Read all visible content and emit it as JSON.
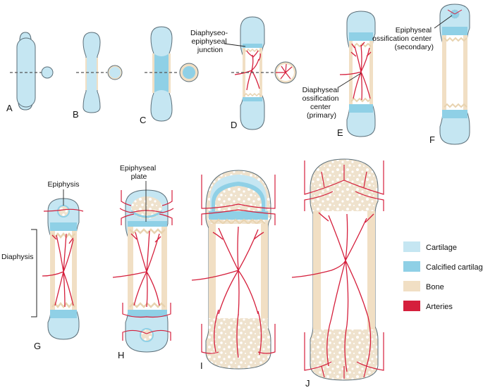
{
  "colors": {
    "cartilage": "#c5e6f2",
    "calcified_cartilage": "#8fd0e6",
    "bone": "#f1dfc4",
    "arteries": "#d51f3c",
    "outline": "#5b6e78"
  },
  "stages": [
    "A",
    "B",
    "C",
    "D",
    "E",
    "F",
    "G",
    "H",
    "I",
    "J"
  ],
  "annotations": {
    "diaphyseo_junction": [
      "Diaphyseo-",
      "epiphyseal",
      "junction"
    ],
    "primary_center": [
      "Diaphyseal",
      "ossification",
      "center",
      "(primary)"
    ],
    "secondary_center": [
      "Epiphyseal",
      "ossification center",
      "(secondary)"
    ],
    "epiphysis": "Epiphysis",
    "diaphysis": "Diaphysis",
    "epiphyseal_plate": [
      "Epiphyseal",
      "plate"
    ]
  },
  "legend": [
    {
      "label": "Cartilage",
      "color": "#c5e6f2"
    },
    {
      "label": "Calcified cartilage",
      "color": "#8fd0e6"
    },
    {
      "label": "Bone",
      "color": "#f1dfc4"
    },
    {
      "label": "Arteries",
      "color": "#d51f3c"
    }
  ]
}
